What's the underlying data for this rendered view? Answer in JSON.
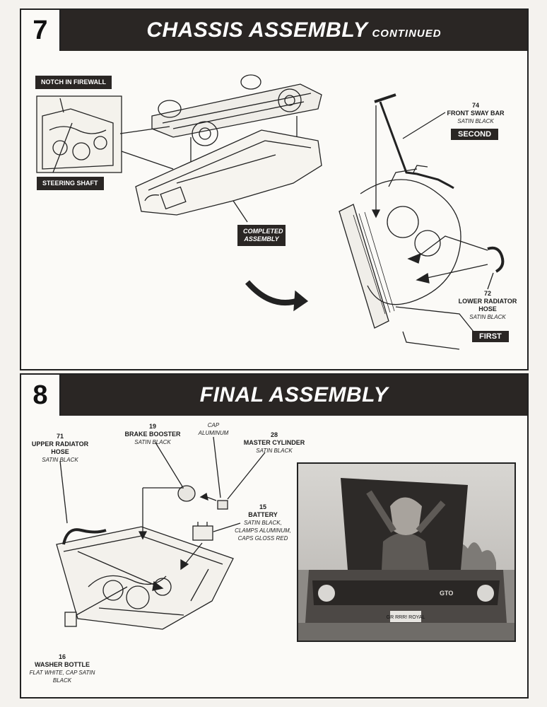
{
  "step7": {
    "number": "7",
    "title": "CHASSIS ASSEMBLY",
    "title_suffix": "CONTINUED",
    "callouts": {
      "notch": "NOTCH IN FIREWALL",
      "steering": "STEERING SHAFT",
      "completed": "COMPLETED ASSEMBLY"
    },
    "parts": [
      {
        "num": "74",
        "name": "FRONT SWAY BAR",
        "finish": "SATIN BLACK",
        "order": "SECOND"
      },
      {
        "num": "72",
        "name": "LOWER RADIATOR HOSE",
        "finish": "SATIN BLACK",
        "order": "FIRST"
      }
    ]
  },
  "step8": {
    "number": "8",
    "title": "FINAL ASSEMBLY",
    "parts": [
      {
        "num": "71",
        "name": "UPPER RADIATOR HOSE",
        "finish": "SATIN BLACK"
      },
      {
        "num": "19",
        "name": "BRAKE BOOSTER",
        "finish": "SATIN BLACK"
      },
      {
        "num": "",
        "name": "",
        "finish": "CAP ALUMINUM"
      },
      {
        "num": "28",
        "name": "MASTER CYLINDER",
        "finish": "SATIN BLACK"
      },
      {
        "num": "15",
        "name": "BATTERY",
        "finish": "SATIN BLACK, CLAMPS ALUMINUM, CAPS GLOSS RED"
      },
      {
        "num": "16",
        "name": "WASHER BOTTLE",
        "finish": "FLAT WHITE, CAP SATIN BLACK"
      }
    ],
    "photo": {
      "plate_text": "GR RRR! ROYAL",
      "badge": "GTO"
    }
  }
}
